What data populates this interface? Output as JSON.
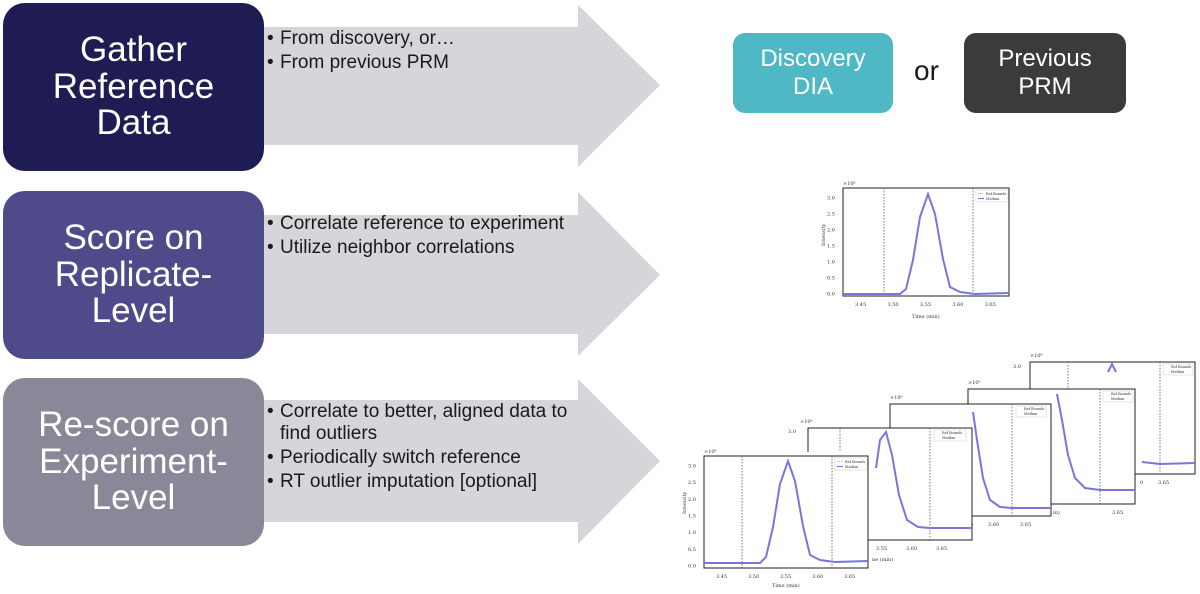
{
  "colors": {
    "arrow": "#d6d5da",
    "stage1": "#1f1c54",
    "stage2": "#4f4a8a",
    "stage3": "#8a8898",
    "discovery_pill": "#4fb8c5",
    "prm_pill": "#3a3c3b",
    "trace": "#7676dd"
  },
  "stages": [
    {
      "title": "Gather\nReference\nData",
      "bullets": [
        "From discovery, or…",
        "From previous PRM"
      ]
    },
    {
      "title": "Score on\nReplicate-\nLevel",
      "bullets": [
        "Correlate reference to experiment",
        "Utilize neighbor correlations"
      ]
    },
    {
      "title": "Re-score on\nExperiment-\nLevel",
      "bullets": [
        "Correlate to better, aligned data to find outliers",
        "Periodically switch reference",
        "RT outlier imputation [optional]"
      ]
    }
  ],
  "sources": {
    "discovery_label": "Discovery\nDIA",
    "or_label": "or",
    "prm_label": "Previous\nPRM"
  },
  "plots": {
    "ylabel": "Intensity",
    "xlabel": "Time (min)",
    "exponent": "×10⁶",
    "legend": [
      "Ref Bounds",
      "Median"
    ],
    "y_ticks": [
      "0.0",
      "0.5",
      "1.0",
      "1.5",
      "2.0",
      "2.5",
      "3.0"
    ],
    "x_ticks": [
      "3.45",
      "3.50",
      "3.55",
      "3.60",
      "3.65"
    ],
    "stack_partial_x_ticks": {
      "plot2": [
        "3.55",
        "3.60",
        "3.65"
      ],
      "plot3": [
        "3.60",
        "3.65"
      ],
      "plot4": [
        "3.65"
      ],
      "plot5": [
        "0",
        "3.65"
      ]
    },
    "stack_partial_xlabels": {
      "plot2": "ne (min)",
      "plot3": "n)",
      "plot4": "in)"
    }
  }
}
